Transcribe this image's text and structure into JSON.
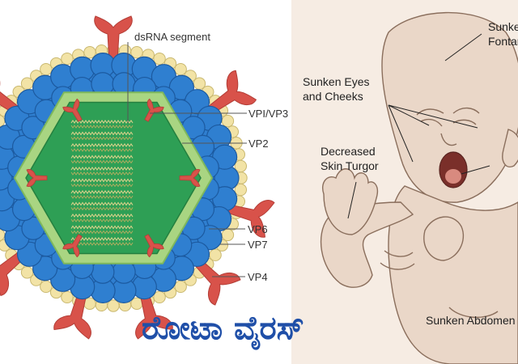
{
  "virus": {
    "labels": {
      "dsrna": "dsRNA segment",
      "vp13": "VPI/VP3",
      "vp2": "VP2",
      "vp6": "VP6",
      "vp7": "VP7",
      "vp4": "VP4"
    },
    "rna_rows": 11
  },
  "symptoms": {
    "fontanelle": "Sunken Fontanelle",
    "eyes": "Sunken Eyes and Cheeks",
    "turgor": "Decreased Skin Turgor",
    "abdomen": "Sunken Abdomen"
  },
  "title": "ರೋಟಾ ವೈರಸ್",
  "colors": {
    "dot_ring": "#f2e3a6",
    "dot_stroke": "#c9b870",
    "blue": "#2f7fd0",
    "blue_stroke": "#1c5aa0",
    "outer_green": "#a9d582",
    "inner_green": "#2e9f55",
    "spike_red": "#d8524a",
    "title": "#1f4fa8",
    "sketch_bg": "#f6ece3",
    "sketch_line": "#8a6e5c"
  }
}
